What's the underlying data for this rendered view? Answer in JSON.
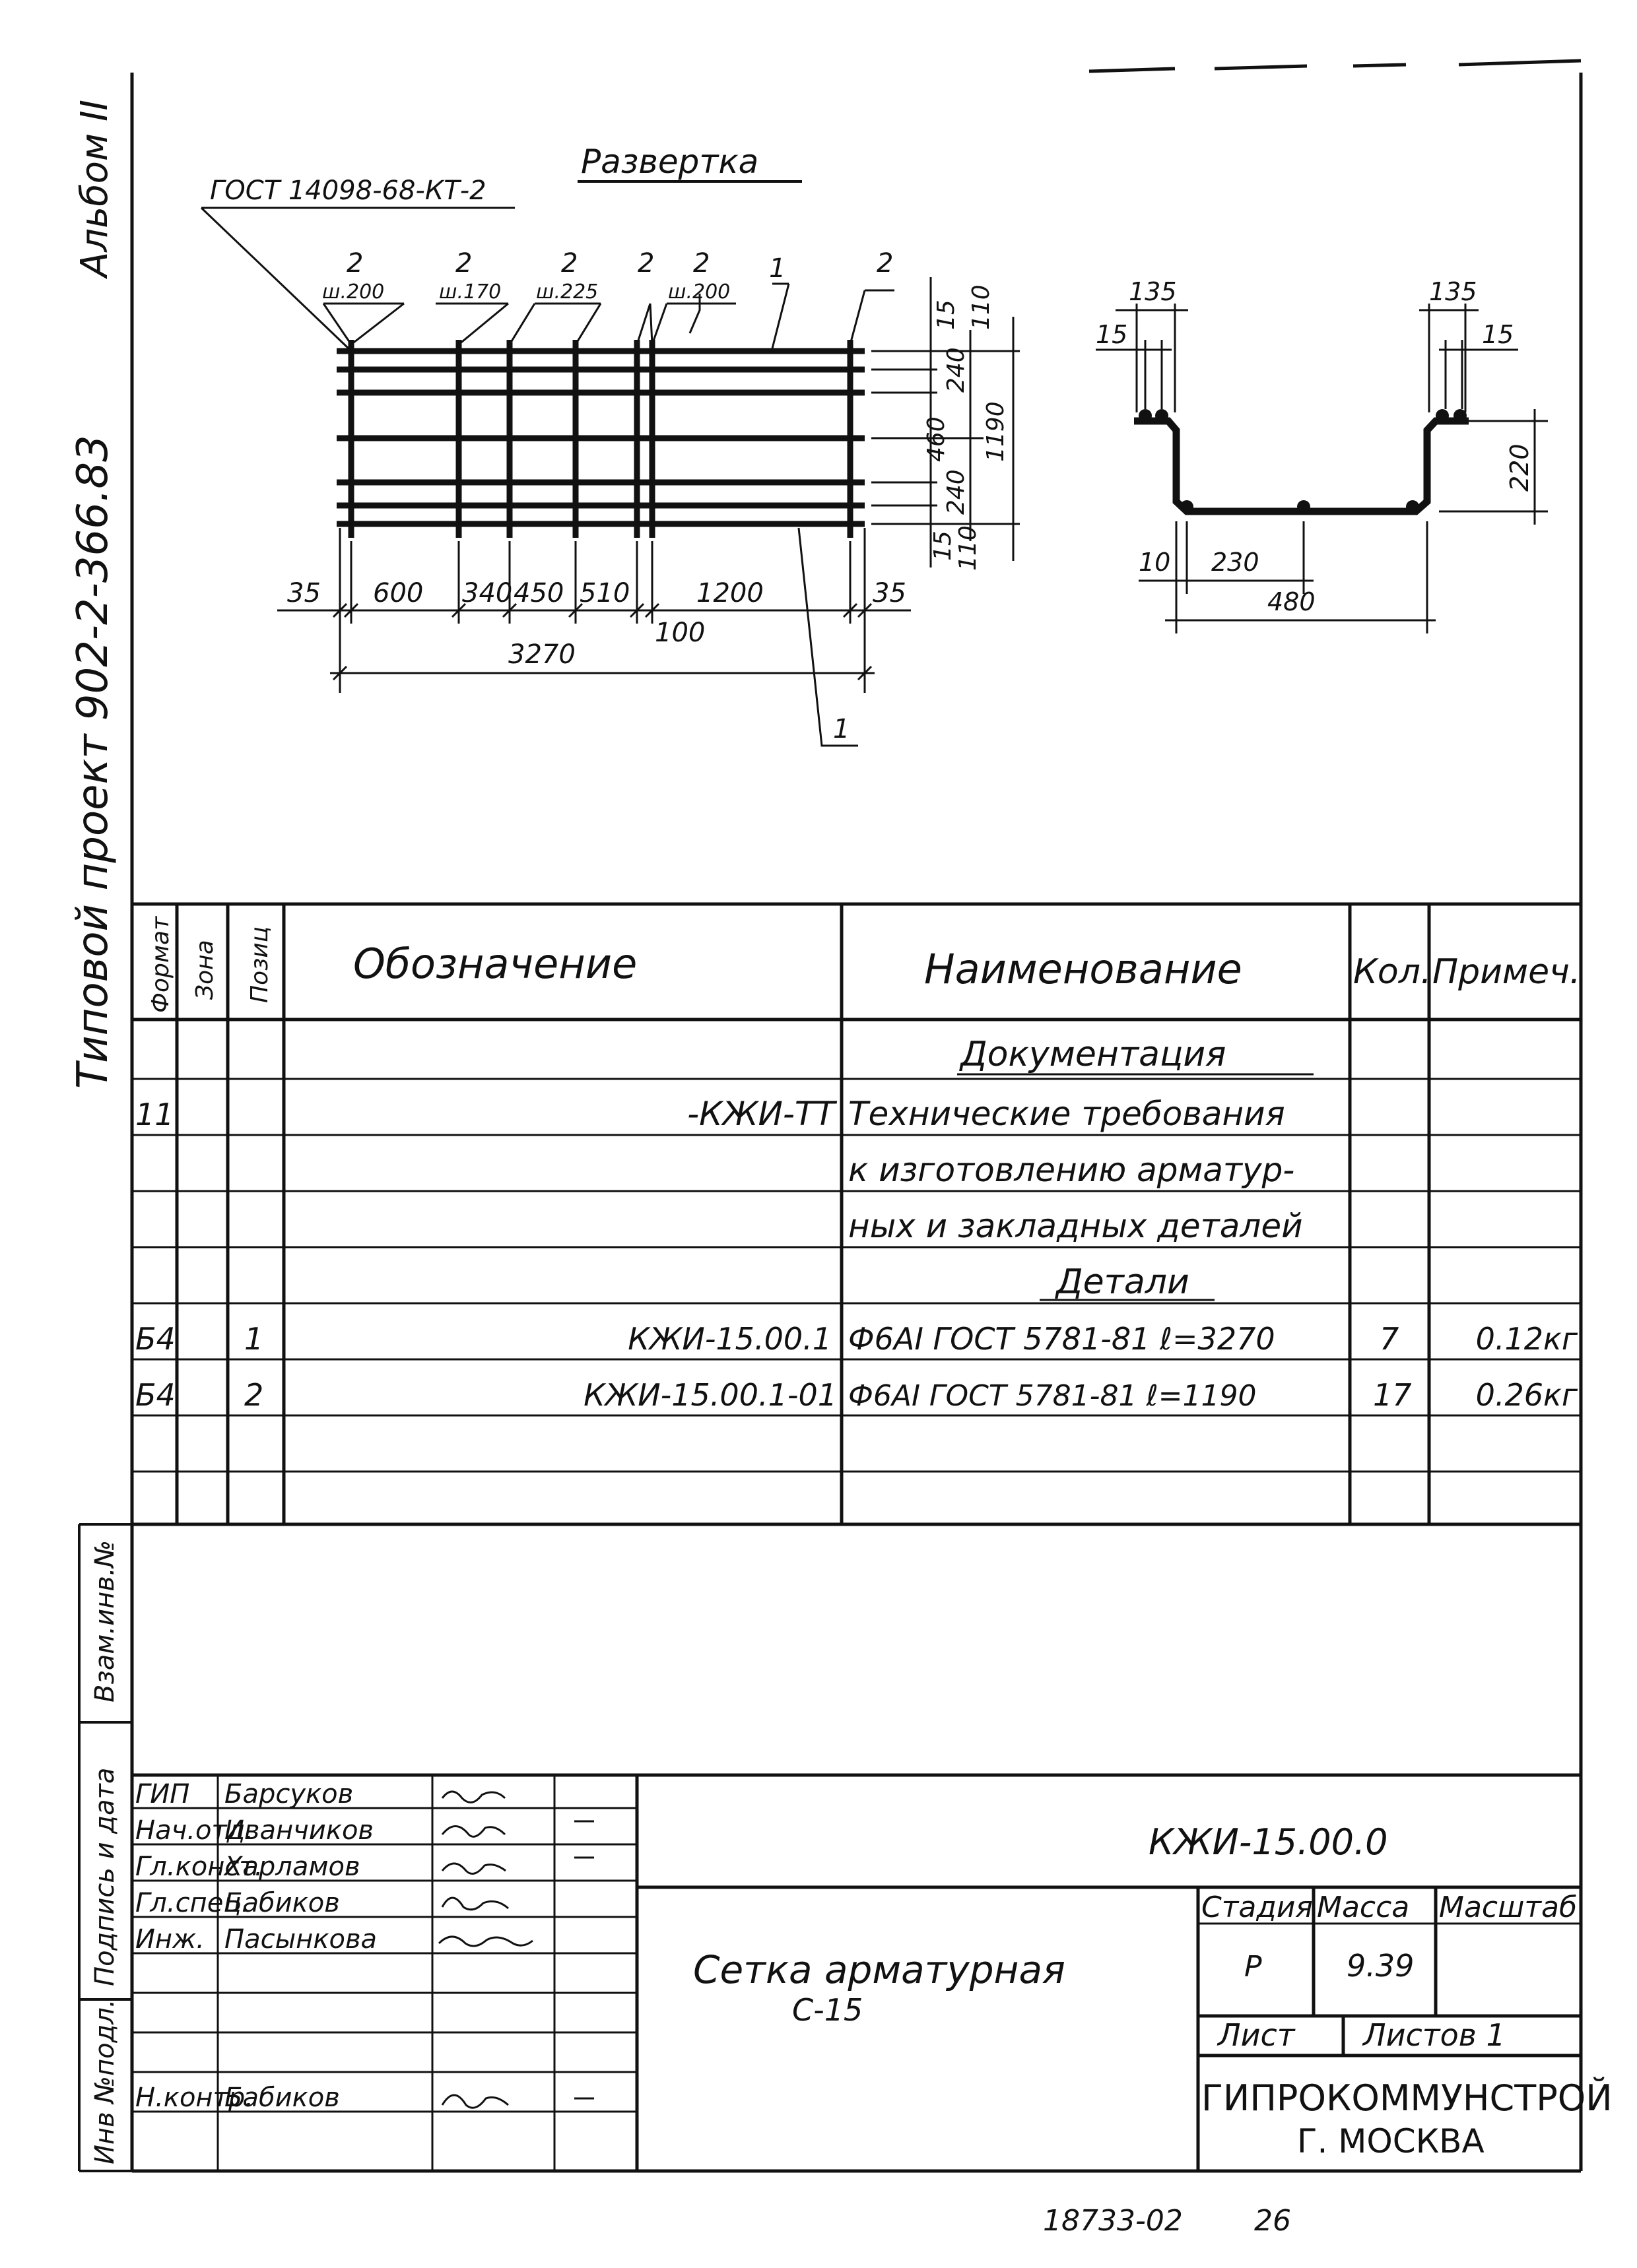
{
  "sidebar": {
    "album": "Альбом II",
    "project": "Типовой проект 902-2-366.83",
    "stamp_labels": [
      "Инв №подл.",
      "Подпись и дата",
      "Взам.инв.№"
    ]
  },
  "drawing": {
    "title": "Развертка",
    "gost_ref": "ГОСТ 14098-68-КТ-2",
    "callouts": [
      {
        "pos": "2",
        "step": "ш.200"
      },
      {
        "pos": "2",
        "step": "ш.170"
      },
      {
        "pos": "2",
        "step": "ш.225"
      },
      {
        "pos": "2",
        "step": ""
      },
      {
        "pos": "2",
        "step": "ш.200"
      },
      {
        "pos": "1",
        "step": ""
      },
      {
        "pos": "2",
        "step": ""
      }
    ],
    "bottom_dims": [
      "35",
      "600",
      "340",
      "450",
      "510",
      "1200",
      "35"
    ],
    "dim_100": "100",
    "total_length": "3270",
    "right_dims": [
      "110",
      "15",
      "240",
      "460",
      "1190",
      "240",
      "15",
      "110"
    ],
    "pos1_label": "1",
    "section": {
      "top_left": "135",
      "top_right": "135",
      "edge_left": "15",
      "edge_right": "15",
      "height": "220",
      "offset": "10",
      "inner": "230",
      "overall": "480"
    }
  },
  "spec": {
    "headers": {
      "format": "Формат",
      "zone": "Зона",
      "pos": "Позиц",
      "designation": "Обозначение",
      "name": "Наименование",
      "qty": "Кол.",
      "note": "Примеч."
    },
    "rows": [
      {
        "format": "",
        "pos": "",
        "designation": "",
        "name": "Документация",
        "qty": "",
        "note": "",
        "heading": true
      },
      {
        "format": "11",
        "pos": "",
        "designation": "-КЖИ-ТТ",
        "name": "Технические требования",
        "qty": "",
        "note": ""
      },
      {
        "format": "",
        "pos": "",
        "designation": "",
        "name": "к изготовлению арматур-",
        "qty": "",
        "note": ""
      },
      {
        "format": "",
        "pos": "",
        "designation": "",
        "name": "ных и закладных деталей",
        "qty": "",
        "note": ""
      },
      {
        "format": "",
        "pos": "",
        "designation": "",
        "name": "Детали",
        "qty": "",
        "note": "",
        "heading": true
      },
      {
        "format": "Б4",
        "pos": "1",
        "designation": "КЖИ-15.00.1",
        "name": "Ф6АI ГОСТ 5781-81 ℓ=3270",
        "qty": "7",
        "note": "0.12кг"
      },
      {
        "format": "Б4",
        "pos": "2",
        "designation": "КЖИ-15.00.1-01",
        "name": "Ф6АI ГОСТ 5781-81 ℓ=1190",
        "qty": "17",
        "note": "0.26кг"
      },
      {
        "format": "",
        "pos": "",
        "designation": "",
        "name": "",
        "qty": "",
        "note": ""
      }
    ]
  },
  "title_block": {
    "people": [
      {
        "role": "ГИП",
        "name": "Барсуков"
      },
      {
        "role": "Нач.отд.",
        "name": "Иванчиков"
      },
      {
        "role": "Гл.конст.",
        "name": "Харламов"
      },
      {
        "role": "Гл.спец.",
        "name": "Бабиков"
      },
      {
        "role": "Инж.",
        "name": "Пасынкова"
      },
      {
        "role": "",
        "name": ""
      },
      {
        "role": "",
        "name": ""
      },
      {
        "role": "Н.контр.",
        "name": "Бабиков"
      }
    ],
    "doc_code": "КЖИ-15.00.0",
    "product_name": "Сетка арматурная",
    "product_mark": "С-15",
    "stage_label": "Стадия",
    "mass_label": "Масса",
    "scale_label": "Масштаб",
    "stage": "Р",
    "mass": "9.39",
    "scale": "",
    "sheet_label": "Лист",
    "sheets_label": "Листов 1",
    "org_line1": "ГИПРОКОММУНСТРОЙ",
    "org_line2": "Г. МОСКВА"
  },
  "footer": {
    "archive_no": "18733-02",
    "page": "26"
  }
}
